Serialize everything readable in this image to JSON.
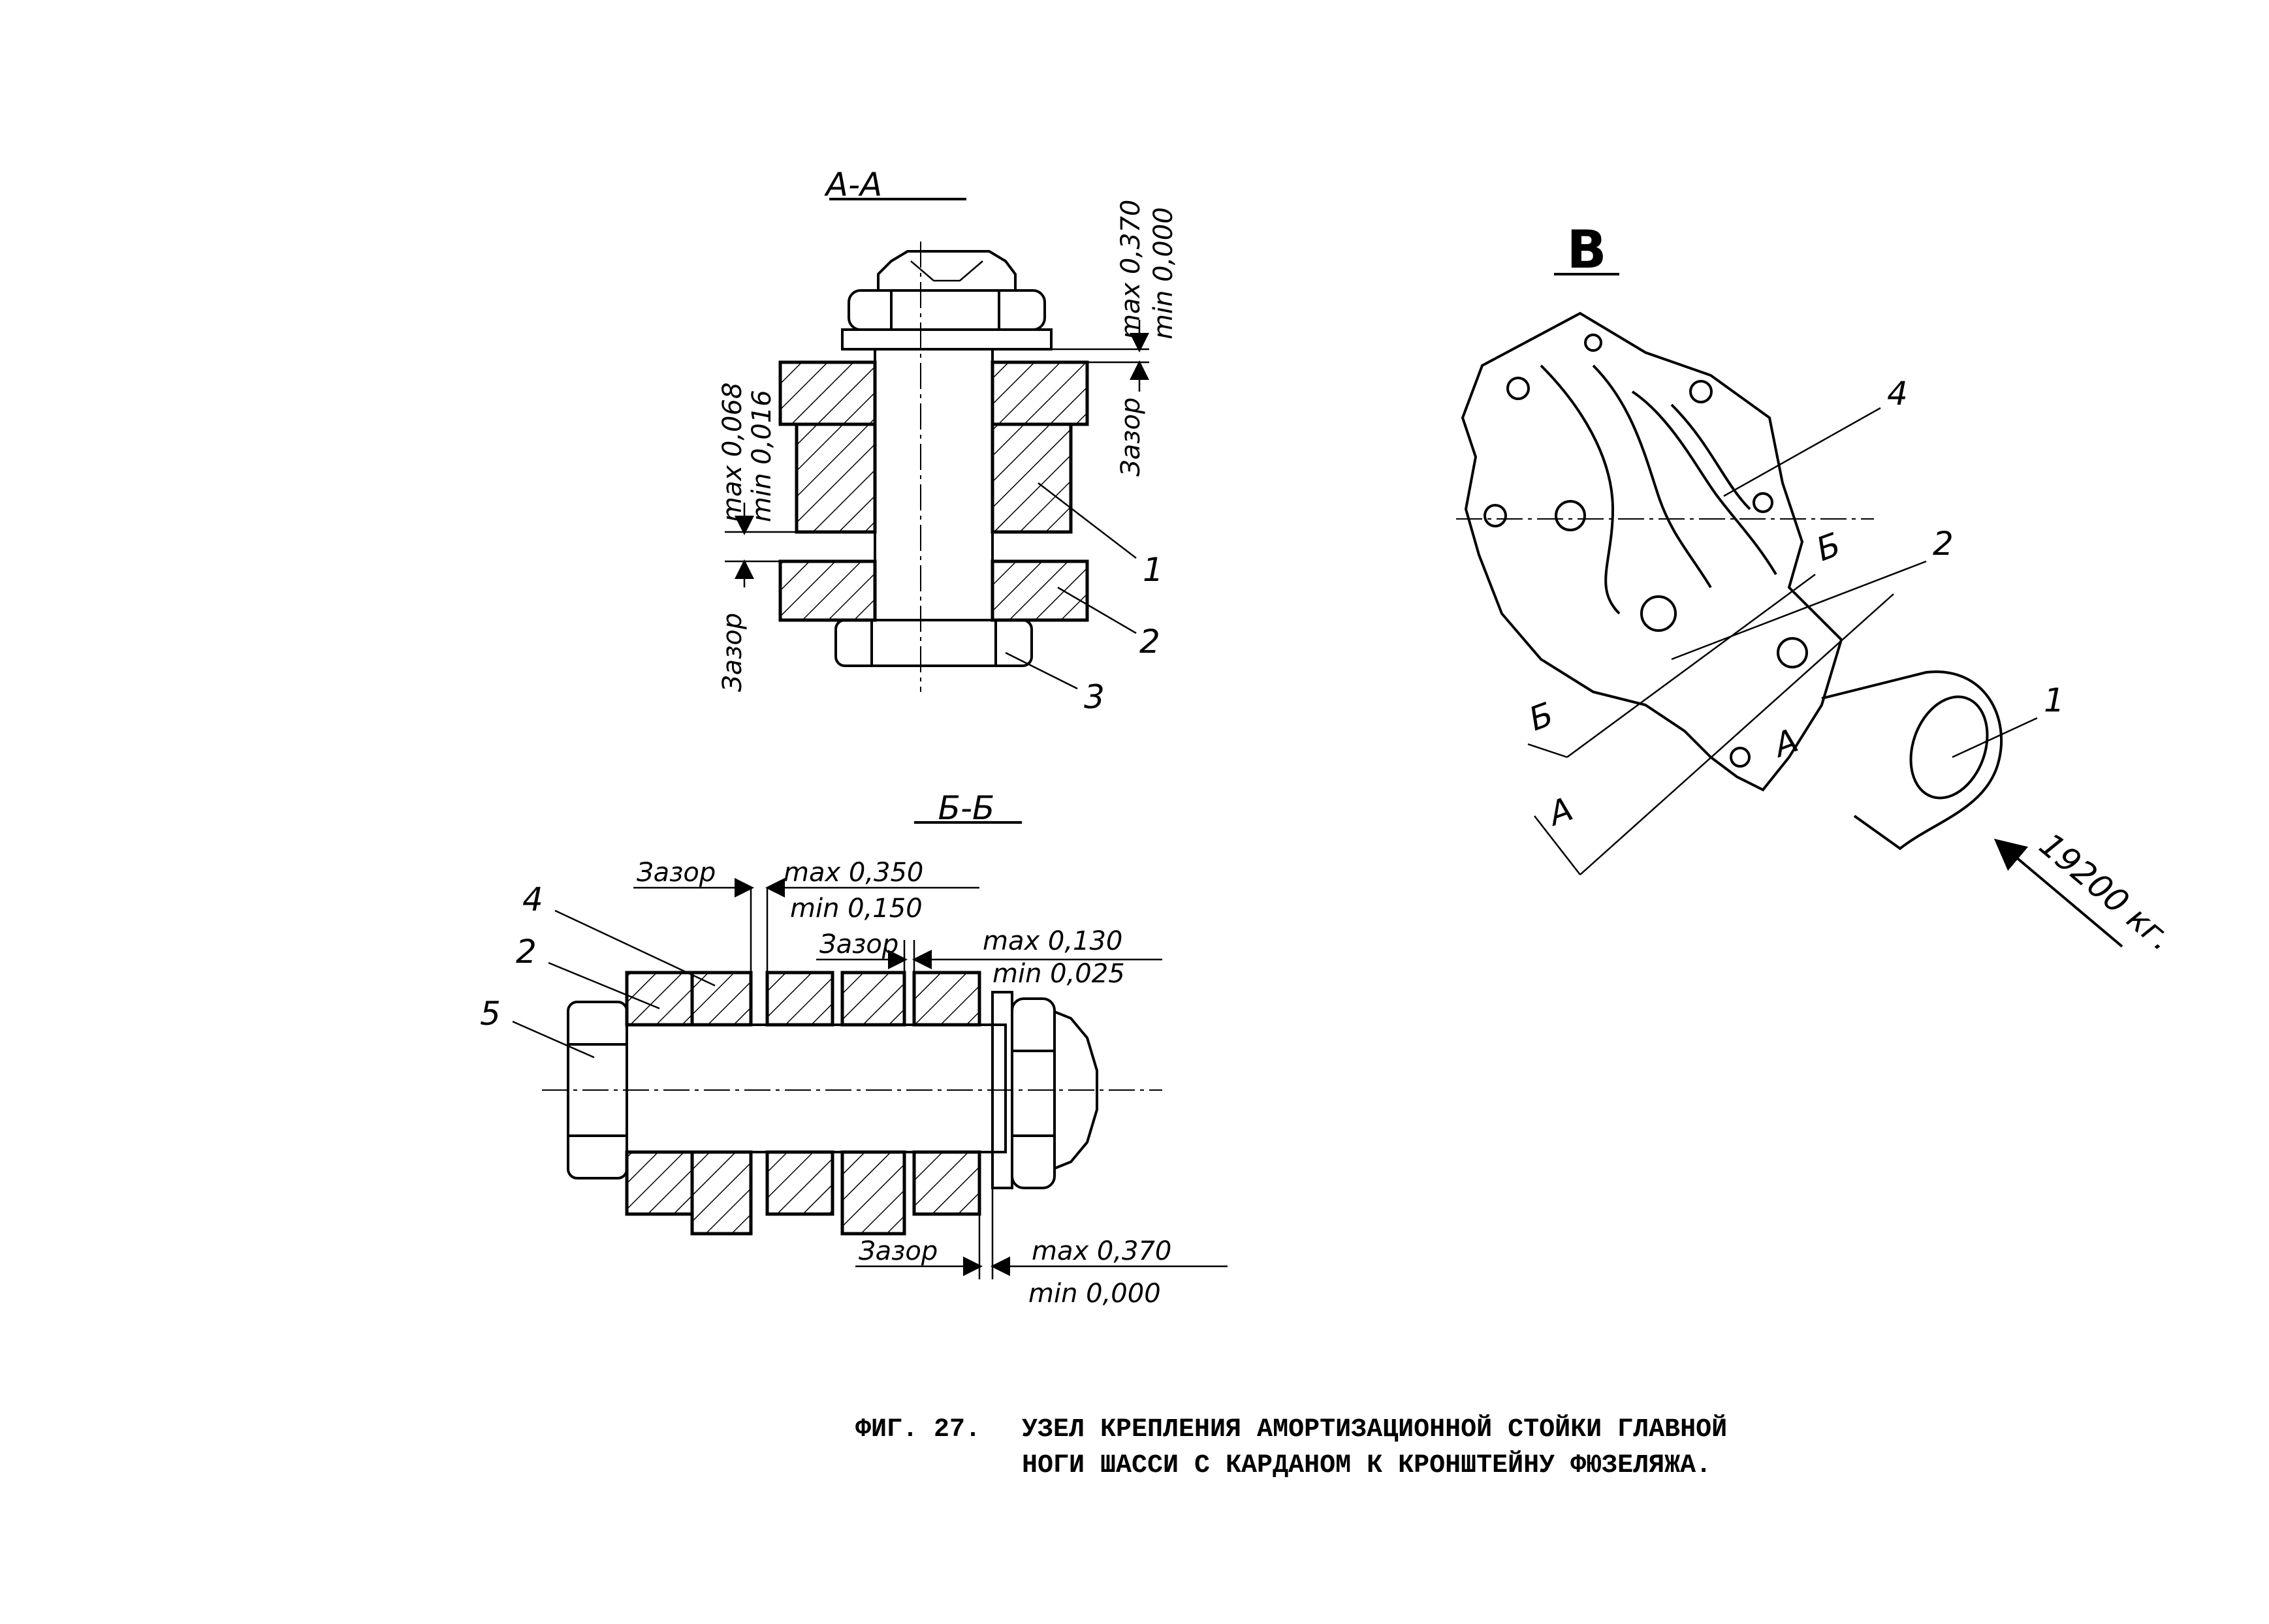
{
  "views": {
    "aa": {
      "title": "А-А",
      "dim_top_max": "max 0,370",
      "dim_top_min": "min 0,000",
      "gap_right": "Зазор",
      "dim_left_max": "max 0,068",
      "dim_left_min": "min 0,016",
      "gap_left": "Зазор",
      "callouts": [
        "1",
        "2",
        "3"
      ]
    },
    "bb": {
      "title": "Б-Б",
      "gap1_label": "Зазор",
      "gap1_max": "max 0,350",
      "gap1_min": "min 0,150",
      "gap2_label": "Зазор",
      "gap2_max": "max 0,130",
      "gap2_min": "min 0,025",
      "gap3_label": "Зазор",
      "gap3_max": "max 0,370",
      "gap3_min": "min 0,000",
      "callouts": [
        "4",
        "2",
        "5"
      ]
    },
    "v": {
      "title": "В",
      "callouts": [
        "4",
        "2",
        "1"
      ],
      "section_b": "Б",
      "section_a": "А",
      "load": "19200 кг."
    }
  },
  "caption": {
    "number": "ФИГ. 27.",
    "line1": "УЗЕЛ КРЕПЛЕНИЯ АМОРТИЗАЦИОННОЙ СТОЙКИ ГЛАВНОЙ",
    "line2": "НОГИ ШАССИ С КАРДАНОМ К КРОНШТЕЙНУ ФЮЗЕЛЯЖА."
  }
}
